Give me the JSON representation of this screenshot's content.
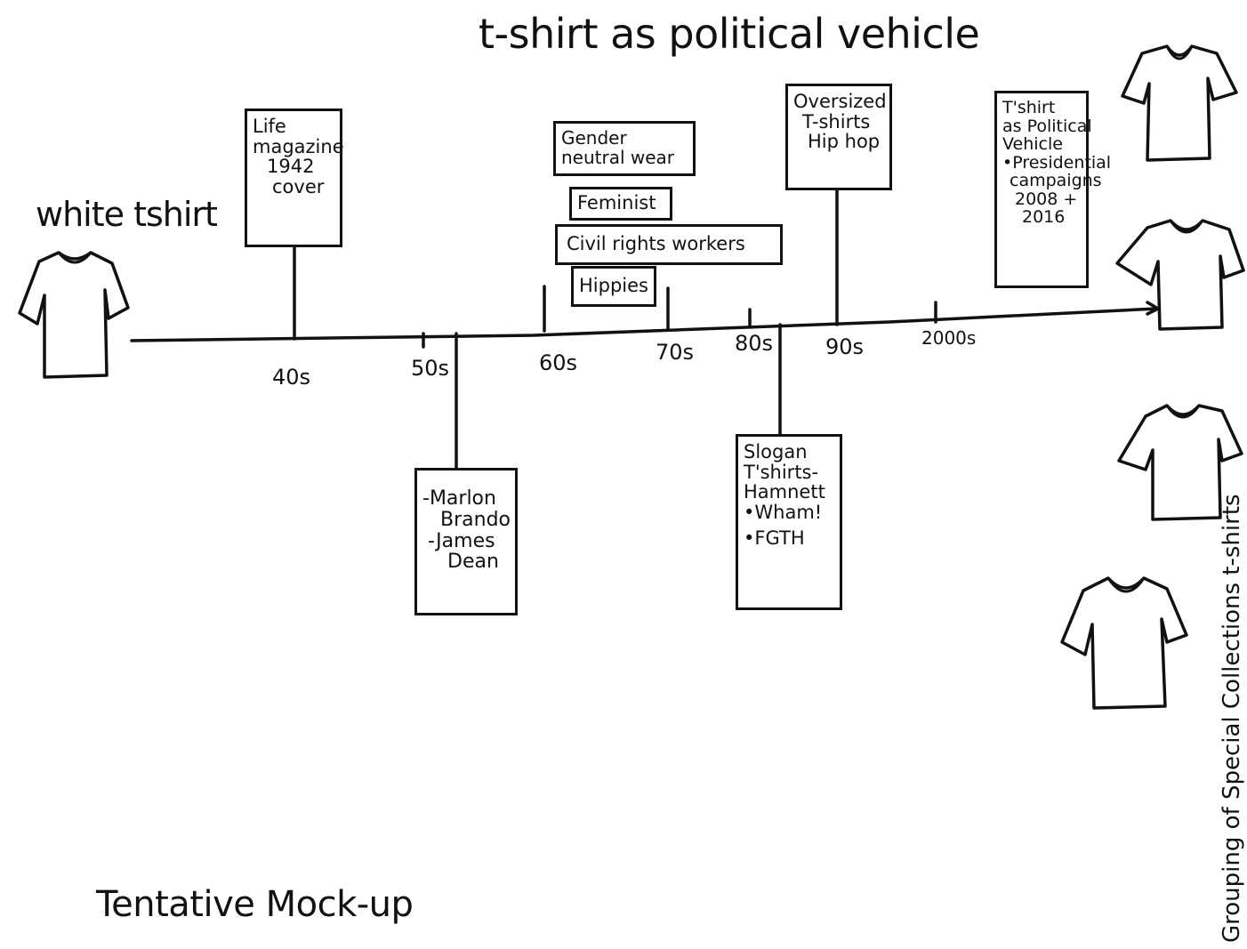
{
  "title": "t-shirt as political vehicle",
  "start_label": "white tshirt",
  "footer": "Tentative Mock-up",
  "side_label": "Grouping of Special Collections t-shirts",
  "ticks": [
    "40s",
    "50s",
    "60s",
    "70s",
    "80s",
    "90s",
    "2000s"
  ],
  "boxes": {
    "life": [
      "Life",
      "magazine",
      "1942",
      "cover"
    ],
    "gender": [
      "Gender",
      "neutral wear"
    ],
    "feminist": "Feminist",
    "civil": "Civil rights workers",
    "hippies": "Hippies",
    "oversized": [
      "Oversized",
      "T-shirts",
      "Hip hop"
    ],
    "political": [
      "T'shirt",
      "as Political",
      "Vehicle",
      "•Presidential",
      "campaigns",
      "2008 +",
      "2016"
    ],
    "brando": [
      "-Marlon",
      "Brando",
      "-James",
      "Dean"
    ],
    "slogan": [
      "Slogan",
      "T'shirts-",
      "Hamnett",
      "•Wham!",
      "•FGTH"
    ]
  }
}
